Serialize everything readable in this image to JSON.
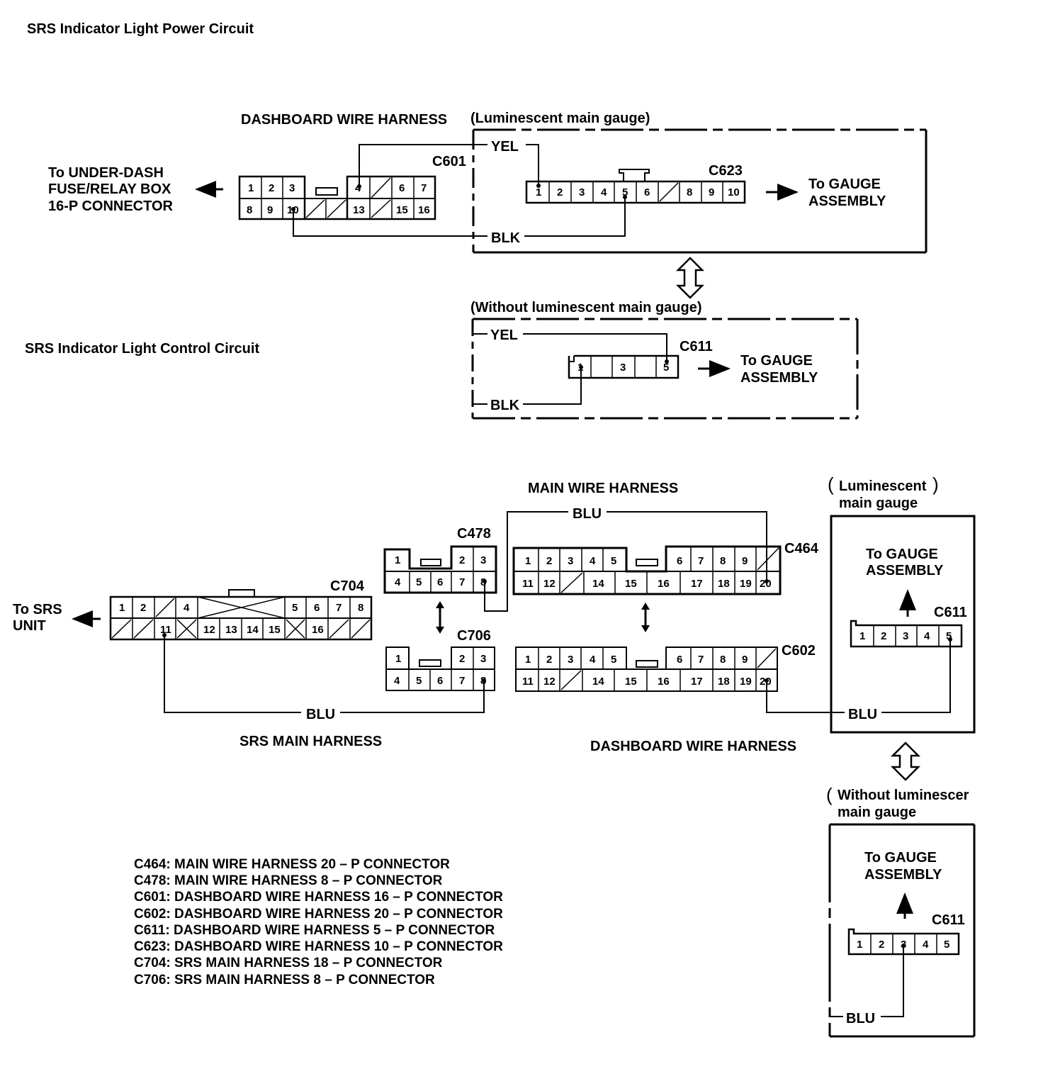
{
  "titles": {
    "power_circuit": "SRS Indicator Light Power Circuit",
    "control_circuit": "SRS Indicator Light Control Circuit"
  },
  "labels": {
    "dashboard_wire_harness": "DASHBOARD WIRE HARNESS",
    "luminescent_main_gauge": "(Luminescent main gauge)",
    "without_luminescent_main_gauge": "(Without luminescent main gauge)",
    "to_under_dash_line1": "To UNDER-DASH",
    "to_under_dash_line2": "FUSE/RELAY BOX",
    "to_under_dash_line3": "16-P CONNECTOR",
    "to_gauge_line1": "To GAUGE",
    "to_gauge_line2": "ASSEMBLY",
    "main_wire_harness": "MAIN WIRE HARNESS",
    "luminescent_line1": "Luminescent",
    "luminescent_line2": "main gauge",
    "without_line1": "Without luminescer",
    "without_line2": "main gauge",
    "to_srs_line1": "To SRS",
    "to_srs_line2": "UNIT",
    "srs_main_harness": "SRS MAIN HARNESS",
    "dashboard_wire_harness_bottom": "DASHBOARD WIRE HARNESS"
  },
  "wires": {
    "yel": "YEL",
    "blk": "BLK",
    "blu": "BLU"
  },
  "connectors": {
    "c601": "C601",
    "c623": "C623",
    "c611": "C611",
    "c478": "C478",
    "c464": "C464",
    "c704": "C704",
    "c706": "C706",
    "c602": "C602"
  },
  "legend": [
    "C464: MAIN WIRE HARNESS 20 – P CONNECTOR",
    "C478: MAIN WIRE HARNESS 8 – P CONNECTOR",
    "C601: DASHBOARD WIRE HARNESS 16 – P CONNECTOR",
    "C602: DASHBOARD WIRE HARNESS 20 – P CONNECTOR",
    "C611: DASHBOARD WIRE HARNESS 5 – P CONNECTOR",
    "C623: DASHBOARD WIRE HARNESS 10 – P CONNECTOR",
    "C704: SRS MAIN HARNESS 18 – P CONNECTOR",
    "C706: SRS MAIN HARNESS 8 – P CONNECTOR"
  ]
}
